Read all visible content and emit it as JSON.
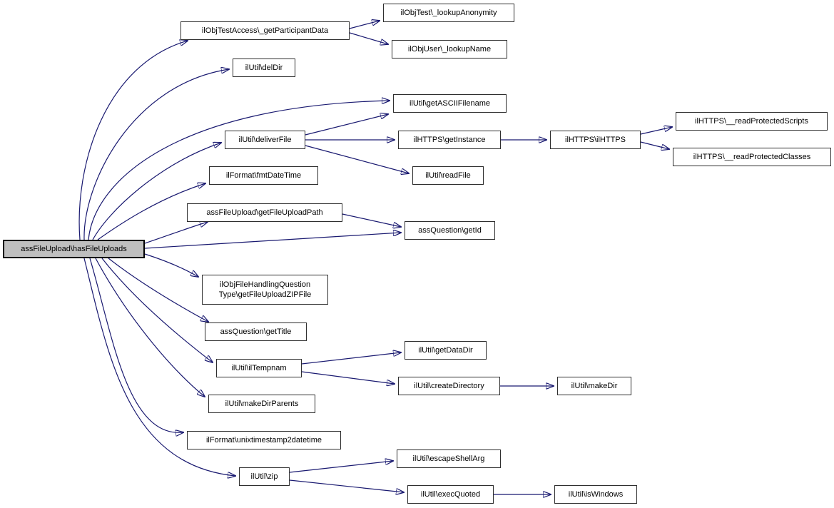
{
  "diagram": {
    "type": "doxygen-call-graph",
    "root_id": "hasFileUploads",
    "colors": {
      "edge": "#191970",
      "node_border": "#2e2e2e",
      "node_fill": "#ffffff",
      "root_fill": "#bfbfbf",
      "text": "#000000",
      "background": "#ffffff"
    },
    "nodes": [
      {
        "id": "hasFileUploads",
        "label": "assFileUpload\\hasFileUploads"
      },
      {
        "id": "getParticipantData",
        "label": "ilObjTestAccess\\_getParticipantData"
      },
      {
        "id": "lookupAnonymity",
        "label": "ilObjTest\\_lookupAnonymity"
      },
      {
        "id": "lookupName",
        "label": "ilObjUser\\_lookupName"
      },
      {
        "id": "delDir",
        "label": "ilUtil\\delDir"
      },
      {
        "id": "getASCIIFilename",
        "label": "ilUtil\\getASCIIFilename"
      },
      {
        "id": "deliverFile",
        "label": "ilUtil\\deliverFile"
      },
      {
        "id": "getInstance",
        "label": "ilHTTPS\\getInstance"
      },
      {
        "id": "ilHTTPS",
        "label": "ilHTTPS\\ilHTTPS"
      },
      {
        "id": "readProtectedScripts",
        "label": "ilHTTPS\\__readProtectedScripts"
      },
      {
        "id": "readProtectedClasses",
        "label": "ilHTTPS\\__readProtectedClasses"
      },
      {
        "id": "readFile",
        "label": "ilUtil\\readFile"
      },
      {
        "id": "fmtDateTime",
        "label": "ilFormat\\fmtDateTime"
      },
      {
        "id": "getFileUploadPath",
        "label": "assFileUpload\\getFileUploadPath"
      },
      {
        "id": "getId",
        "label": "assQuestion\\getId"
      },
      {
        "id": "getFileUploadZIPFile",
        "label": "ilObjFileHandlingQuestionType\\getFileUploadZIPFile",
        "line1": "ilObjFileHandlingQuestion",
        "line2": "Type\\getFileUploadZIPFile"
      },
      {
        "id": "getTitle",
        "label": "assQuestion\\getTitle"
      },
      {
        "id": "ilTempnam",
        "label": "ilUtil\\ilTempnam"
      },
      {
        "id": "getDataDir",
        "label": "ilUtil\\getDataDir"
      },
      {
        "id": "createDirectory",
        "label": "ilUtil\\createDirectory"
      },
      {
        "id": "makeDir",
        "label": "ilUtil\\makeDir"
      },
      {
        "id": "makeDirParents",
        "label": "ilUtil\\makeDirParents"
      },
      {
        "id": "unixtimestamp2datetime",
        "label": "ilFormat\\unixtimestamp2datetime"
      },
      {
        "id": "zip",
        "label": "ilUtil\\zip"
      },
      {
        "id": "escapeShellArg",
        "label": "ilUtil\\escapeShellArg"
      },
      {
        "id": "execQuoted",
        "label": "ilUtil\\execQuoted"
      },
      {
        "id": "isWindows",
        "label": "ilUtil\\isWindows"
      }
    ],
    "edges": [
      {
        "from": "hasFileUploads",
        "to": "getParticipantData"
      },
      {
        "from": "hasFileUploads",
        "to": "delDir"
      },
      {
        "from": "hasFileUploads",
        "to": "getASCIIFilename"
      },
      {
        "from": "hasFileUploads",
        "to": "deliverFile"
      },
      {
        "from": "hasFileUploads",
        "to": "fmtDateTime"
      },
      {
        "from": "hasFileUploads",
        "to": "getFileUploadPath"
      },
      {
        "from": "hasFileUploads",
        "to": "getId"
      },
      {
        "from": "hasFileUploads",
        "to": "getFileUploadZIPFile"
      },
      {
        "from": "hasFileUploads",
        "to": "getTitle"
      },
      {
        "from": "hasFileUploads",
        "to": "ilTempnam"
      },
      {
        "from": "hasFileUploads",
        "to": "makeDirParents"
      },
      {
        "from": "hasFileUploads",
        "to": "unixtimestamp2datetime"
      },
      {
        "from": "hasFileUploads",
        "to": "zip"
      },
      {
        "from": "getParticipantData",
        "to": "lookupAnonymity"
      },
      {
        "from": "getParticipantData",
        "to": "lookupName"
      },
      {
        "from": "deliverFile",
        "to": "getASCIIFilename"
      },
      {
        "from": "deliverFile",
        "to": "getInstance"
      },
      {
        "from": "deliverFile",
        "to": "readFile"
      },
      {
        "from": "getInstance",
        "to": "ilHTTPS"
      },
      {
        "from": "ilHTTPS",
        "to": "readProtectedScripts"
      },
      {
        "from": "ilHTTPS",
        "to": "readProtectedClasses"
      },
      {
        "from": "getFileUploadPath",
        "to": "getId"
      },
      {
        "from": "ilTempnam",
        "to": "getDataDir"
      },
      {
        "from": "ilTempnam",
        "to": "createDirectory"
      },
      {
        "from": "createDirectory",
        "to": "makeDir"
      },
      {
        "from": "zip",
        "to": "escapeShellArg"
      },
      {
        "from": "zip",
        "to": "execQuoted"
      },
      {
        "from": "execQuoted",
        "to": "isWindows"
      }
    ]
  }
}
